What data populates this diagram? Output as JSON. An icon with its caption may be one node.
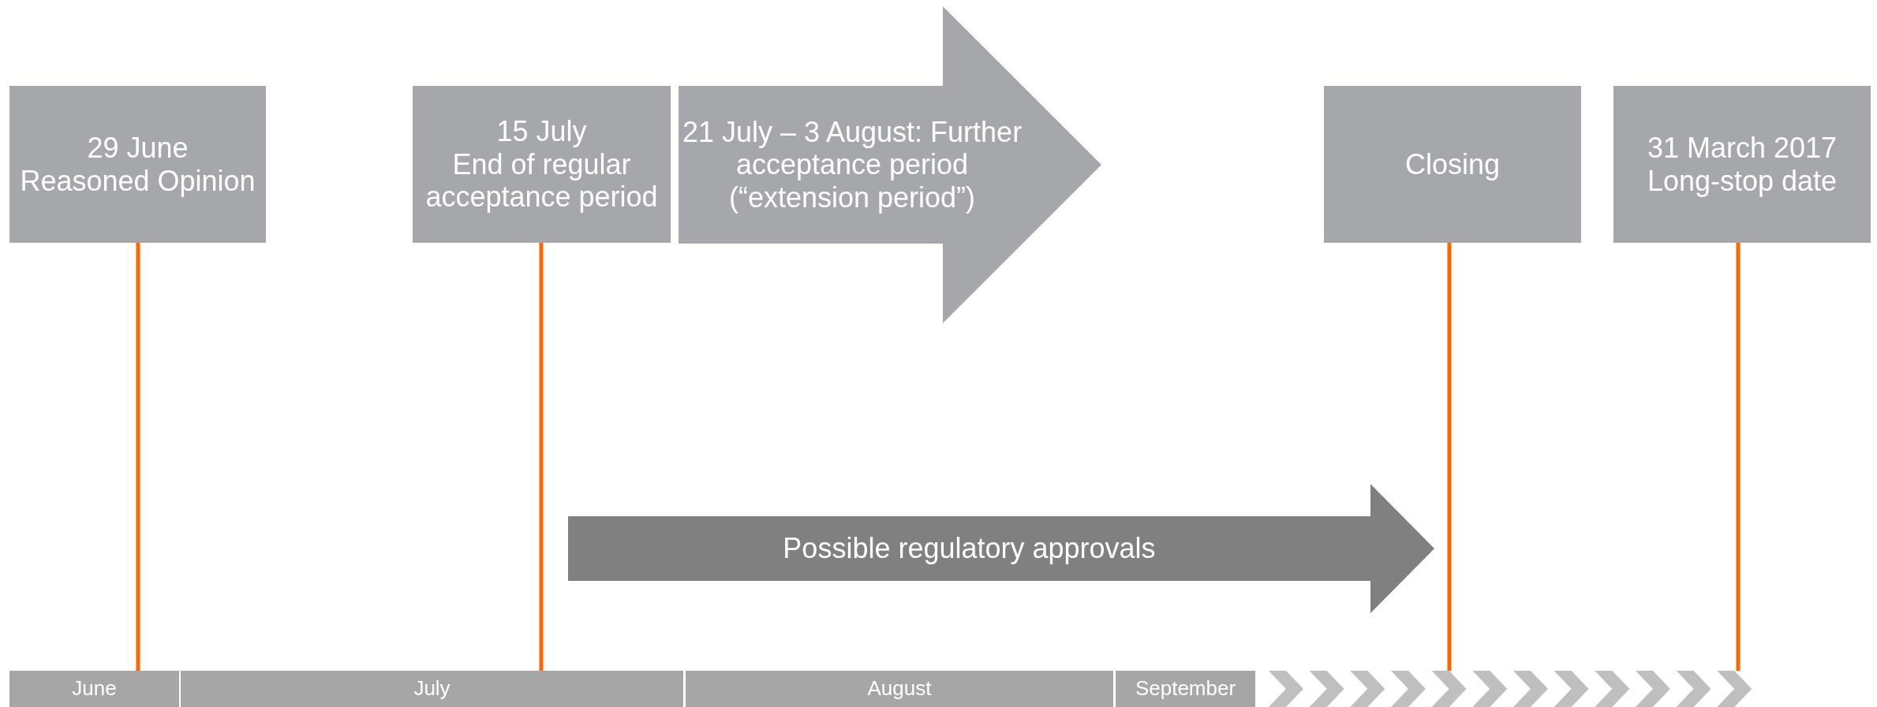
{
  "diagram": {
    "nodes": [
      {
        "text": [
          "29 June",
          "Reasoned Opinion"
        ]
      },
      {
        "text": [
          "15 July",
          "End of regular acceptance period"
        ]
      },
      {
        "text": [
          "21 July – 3 August: Further acceptance period (“extension period”)"
        ]
      },
      {
        "text": [
          "Closing"
        ]
      },
      {
        "text": [
          "31 March 2017",
          "Long-stop date"
        ]
      },
      {
        "text": [
          "Possible regulatory approvals"
        ]
      },
      {
        "text": [
          "June"
        ]
      },
      {
        "text": [
          "July"
        ]
      },
      {
        "text": [
          "August"
        ]
      },
      {
        "text": [
          "September"
        ]
      },
      {
        "text": [],
        "shape": "chevrons"
      }
    ],
    "edges": [
      {
        "from": 0,
        "to": 6,
        "arrow": "none"
      },
      {
        "from": 1,
        "to": 7,
        "arrow": "none"
      },
      {
        "from": 3,
        "to": 10,
        "arrow": "none"
      },
      {
        "from": 4,
        "to": 10,
        "arrow": "none"
      }
    ]
  }
}
